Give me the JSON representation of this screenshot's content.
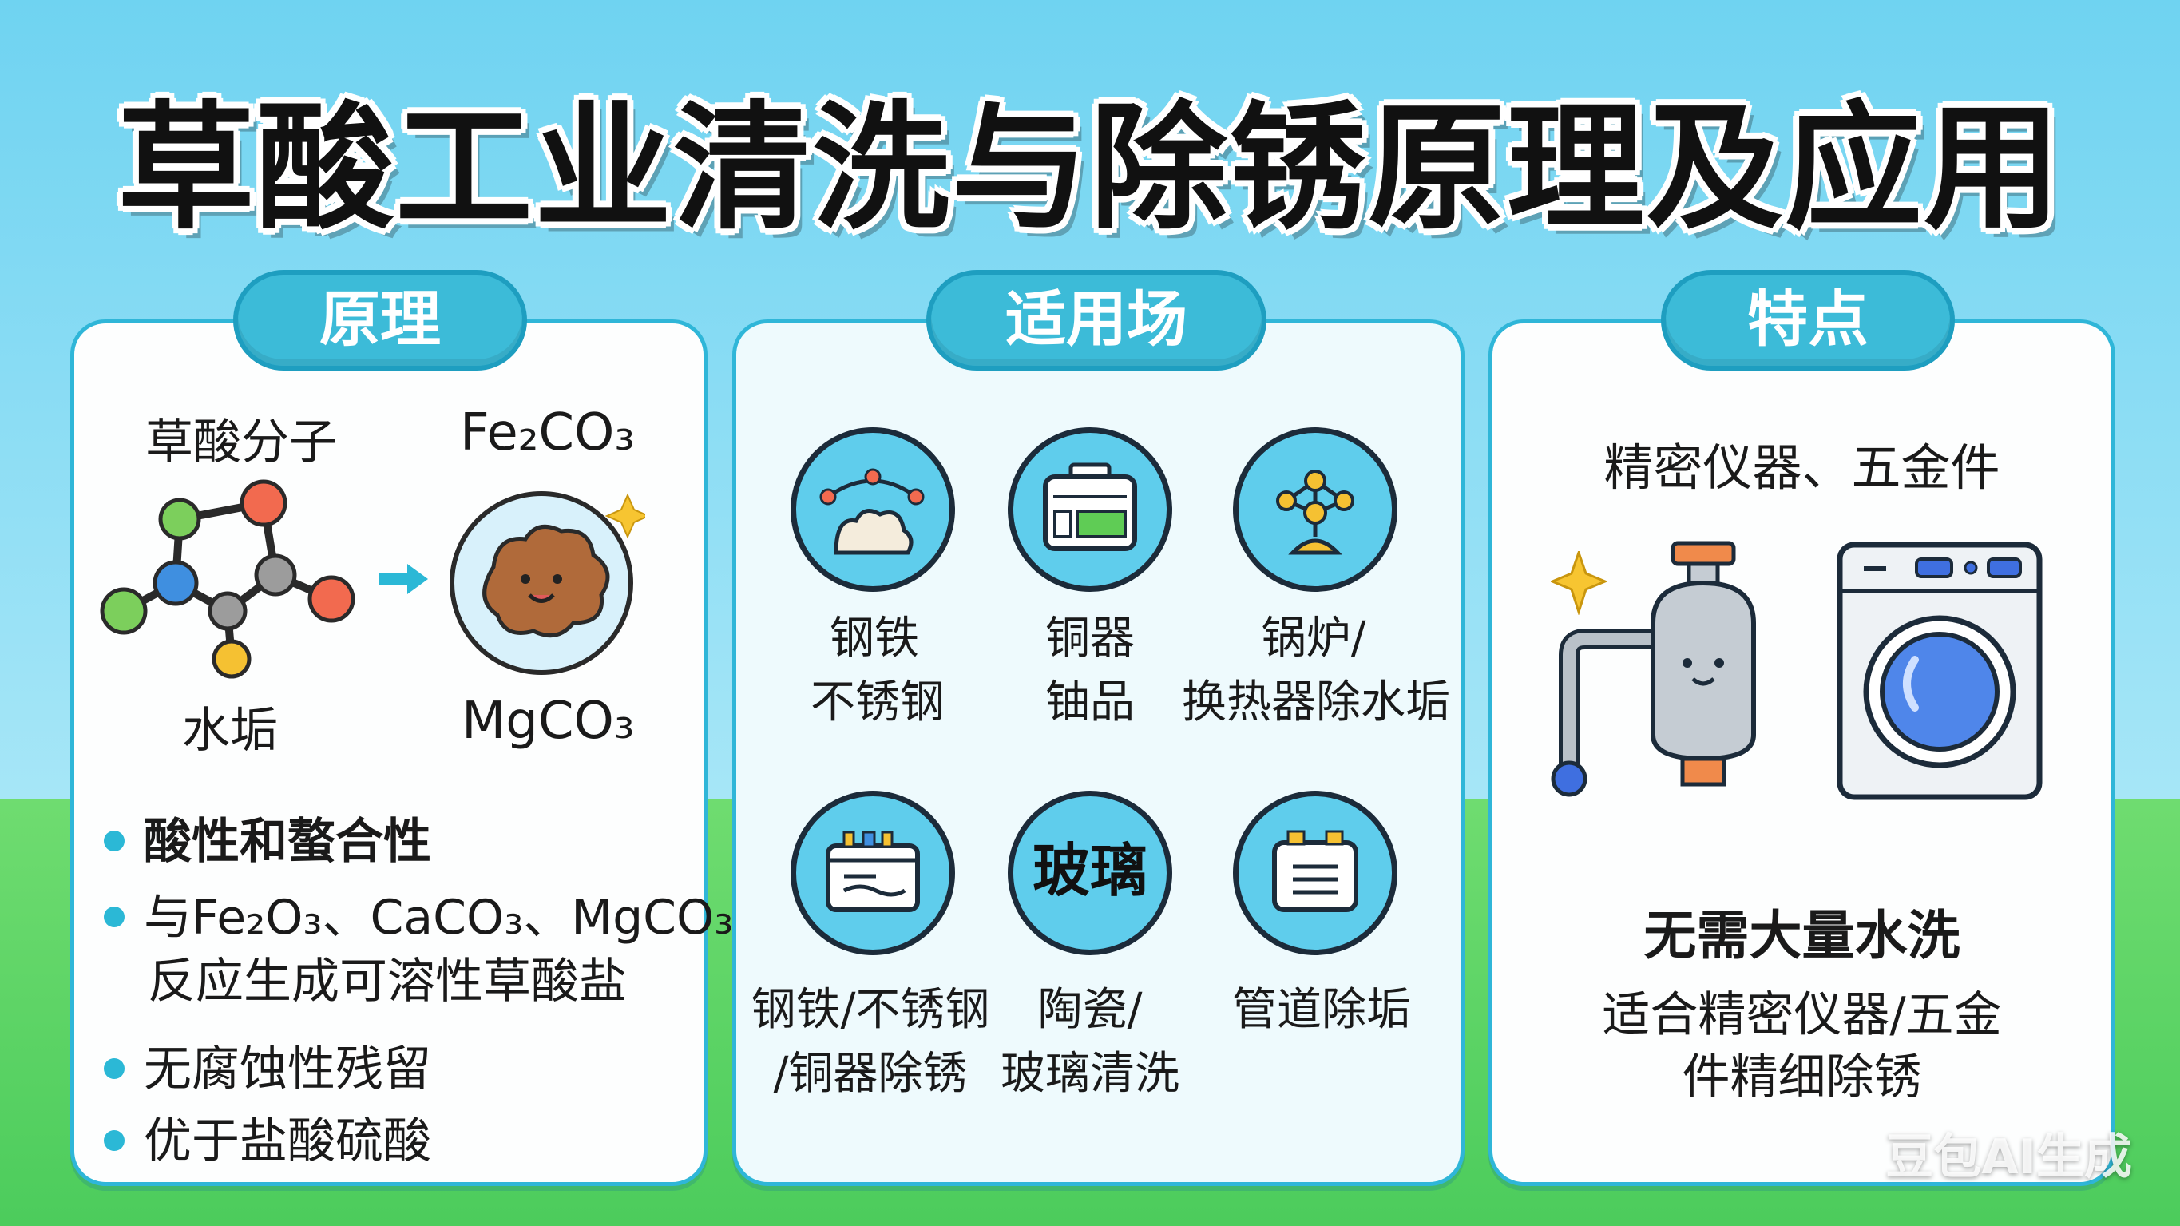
{
  "title": "草酸工业清洗与除锈原理及应用",
  "principle": {
    "header": "原理",
    "label_oxalic": "草酸分子",
    "label_scale": "水垢",
    "label_fe": "Fe₂CO₃",
    "label_mg": "MgCO₃",
    "bullets": [
      "酸性和螯合性",
      "与Fe₂O₃、CaCO₃、MgCO₃",
      "反应生成可溶性草酸盐",
      "无腐蚀性残留",
      "优于盐酸硫酸"
    ]
  },
  "scenes": {
    "header": "适用场",
    "items": [
      {
        "icon": "limescale-icon",
        "line1": "钢铁",
        "line2": "不锈钢"
      },
      {
        "icon": "battery-device-icon",
        "line1": "铜器",
        "line2": "铀品"
      },
      {
        "icon": "molecule-icon",
        "line1": "锅炉/",
        "line2": "换热器除水垢"
      },
      {
        "icon": "basin-icon",
        "line1": "钢铁/不锈钢",
        "line2": "/铜器除锈"
      },
      {
        "icon": "glass-text-icon",
        "line1": "陶瓷/",
        "line2": "玻璃清洗",
        "glyph": "玻璃"
      },
      {
        "icon": "pipe-tank-icon",
        "line1": "管道除垢",
        "line2": ""
      }
    ]
  },
  "features": {
    "header": "特点",
    "top_label": "精密仪器、五金件",
    "bold_label": "无需大量水洗",
    "desc_line1": "适合精密仪器/五金",
    "desc_line2": "件精细除锈"
  },
  "watermark": "豆包AI生成",
  "colors": {
    "accent": "#3cbbd8",
    "panel_border": "#2fb6d8"
  }
}
